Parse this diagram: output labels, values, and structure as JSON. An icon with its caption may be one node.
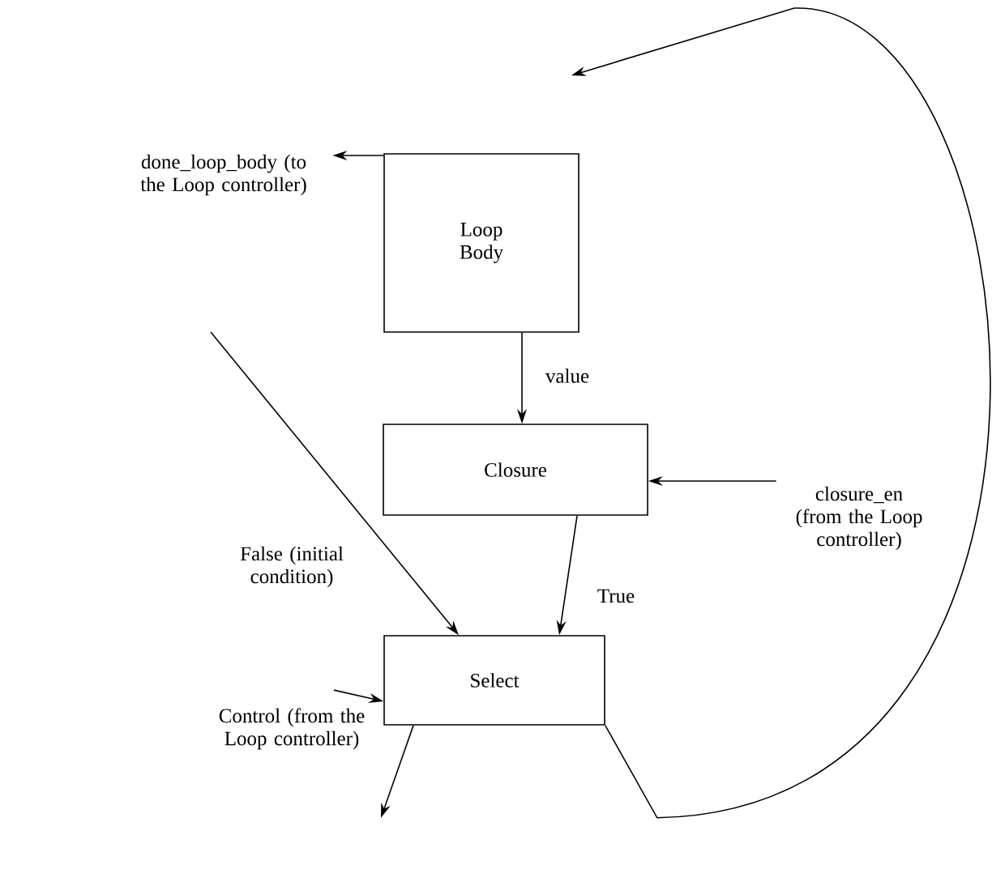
{
  "diagram": {
    "nodes": [
      {
        "text": [
          "Loop Body"
        ]
      },
      {
        "text": [
          "Closure"
        ]
      },
      {
        "text": [
          "Select"
        ]
      },
      {
        "text": [
          "done_loop_body (to the Loop controller)"
        ]
      },
      {
        "text": [
          "closure_en (from the Loop controller)"
        ]
      },
      {
        "text": [
          "Control (from the Loop controller)"
        ]
      }
    ],
    "edges": [
      {
        "from": 0,
        "to": 3,
        "arrow": "to"
      },
      {
        "from": 0,
        "to": 1,
        "arrow": "to",
        "label": "value"
      },
      {
        "from": 4,
        "to": 1,
        "arrow": "to"
      },
      {
        "from": 1,
        "to": 2,
        "arrow": "to",
        "label": "True"
      },
      {
        "from": null,
        "to": 2,
        "arrow": "to",
        "label": "False (initial condition)"
      },
      {
        "from": 5,
        "to": 2,
        "arrow": "to"
      },
      {
        "from": 2,
        "to": null,
        "arrow": "to"
      },
      {
        "from": 2,
        "to": 0,
        "arrow": "to"
      }
    ]
  }
}
